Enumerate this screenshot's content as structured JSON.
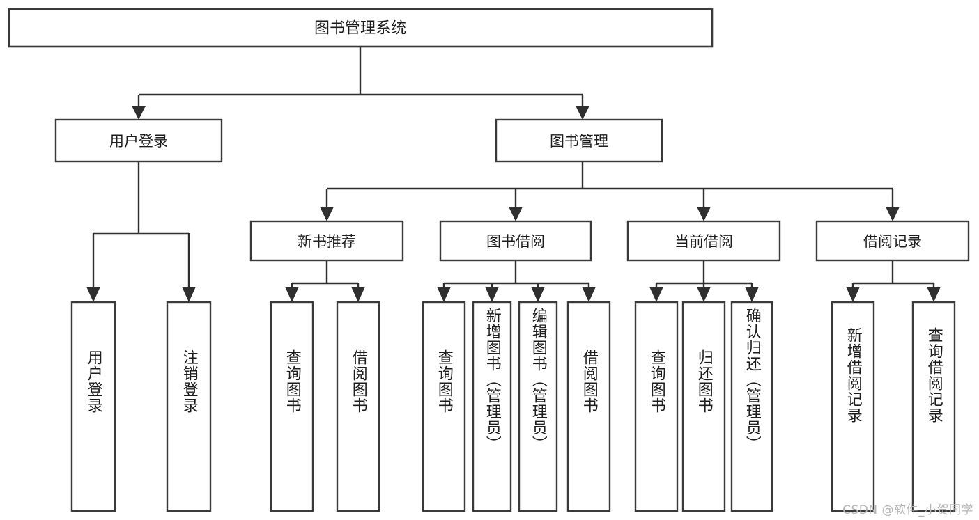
{
  "diagram": {
    "title": "图书管理系统",
    "type": "tree-hierarchy-chart",
    "watermark": "CSDN @软件_小贺同学",
    "colors": {
      "background": "#ffffff",
      "box_stroke": "#3a3a3a",
      "connector": "#2f2f2f",
      "text": "#1d1d1d",
      "watermark": "#b7b7b7"
    },
    "root": {
      "label": "图书管理系统"
    },
    "level1": [
      {
        "label": "用户登录"
      },
      {
        "label": "图书管理"
      }
    ],
    "level2": [
      {
        "label": "新书推荐"
      },
      {
        "label": "图书借阅"
      },
      {
        "label": "当前借阅"
      },
      {
        "label": "借阅记录"
      }
    ],
    "leaves": [
      {
        "label": "用户登录",
        "parent": "用户登录"
      },
      {
        "label": "注销登录",
        "parent": "用户登录"
      },
      {
        "label": "查询图书",
        "parent": "新书推荐"
      },
      {
        "label": "借阅图书",
        "parent": "新书推荐"
      },
      {
        "label": "查询图书",
        "parent": "图书借阅"
      },
      {
        "label": "新增图书（管理员）",
        "parent": "图书借阅"
      },
      {
        "label": "编辑图书（管理员）",
        "parent": "图书借阅"
      },
      {
        "label": "借阅图书",
        "parent": "图书借阅"
      },
      {
        "label": "查询图书",
        "parent": "当前借阅"
      },
      {
        "label": "归还图书",
        "parent": "当前借阅"
      },
      {
        "label": "确认归还（管理员）",
        "parent": "当前借阅"
      },
      {
        "label": "新增借阅记录",
        "parent": "借阅记录"
      },
      {
        "label": "查询借阅记录",
        "parent": "借阅记录"
      }
    ]
  }
}
